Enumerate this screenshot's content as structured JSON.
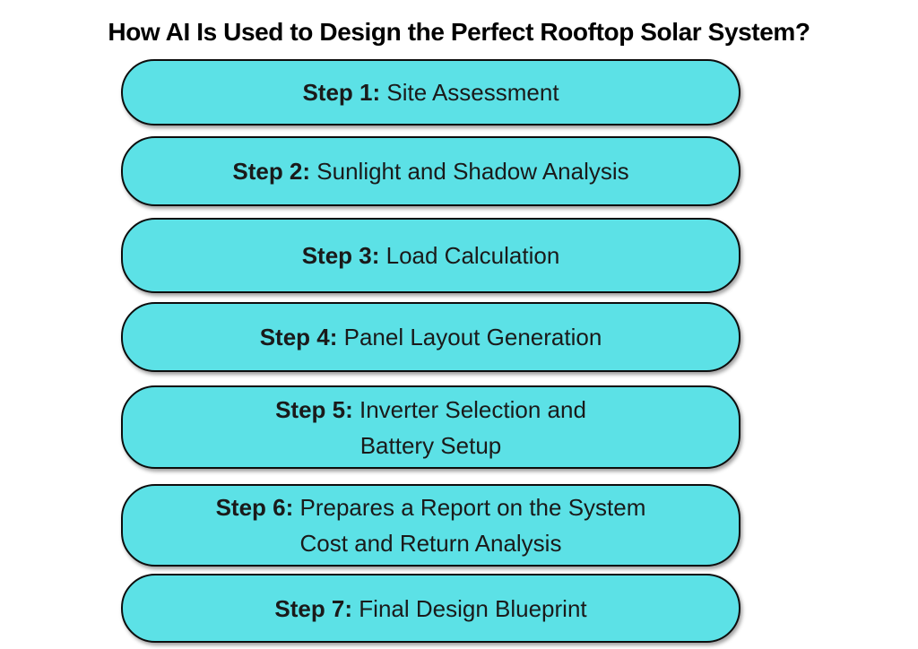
{
  "title": "How AI Is Used to Design the Perfect Rooftop Solar System?",
  "colors": {
    "pill_fill": "#5CE1E6",
    "pill_border": "#0d0d0d",
    "title_text": "#000000",
    "step_text": "#1a1a1a"
  },
  "steps": [
    {
      "label": "Step 1:",
      "lines": [
        "Site Assessment"
      ]
    },
    {
      "label": "Step 2:",
      "lines": [
        "Sunlight and Shadow Analysis"
      ]
    },
    {
      "label": "Step 3:",
      "lines": [
        "Load Calculation"
      ]
    },
    {
      "label": "Step 4:",
      "lines": [
        "Panel Layout Generation"
      ]
    },
    {
      "label": "Step 5:",
      "lines": [
        "Inverter Selection and",
        "Battery Setup"
      ]
    },
    {
      "label": "Step 6:",
      "lines": [
        "Prepares a Report on the System",
        "Cost and Return Analysis"
      ]
    },
    {
      "label": "Step 7:",
      "lines": [
        "Final Design Blueprint"
      ]
    }
  ]
}
